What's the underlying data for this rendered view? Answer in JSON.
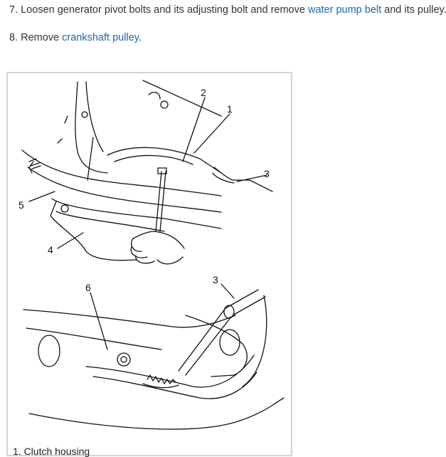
{
  "steps": [
    {
      "prefix": "7. Loosen generator pivot bolts and its adjusting bolt and remove ",
      "link": "water pump belt",
      "suffix": " and its pulley."
    },
    {
      "prefix": "8. Remove ",
      "link": "crankshaft pulley",
      "suffix": "."
    }
  ],
  "figure": {
    "callouts": [
      "1",
      "2",
      "3",
      "4",
      "5",
      "6",
      "3"
    ],
    "caption": "1. Clutch housing"
  },
  "colors": {
    "text": "#333333",
    "link": "#1a66b3",
    "figure_border": "#d4d4d4",
    "line_art": "#111111"
  }
}
